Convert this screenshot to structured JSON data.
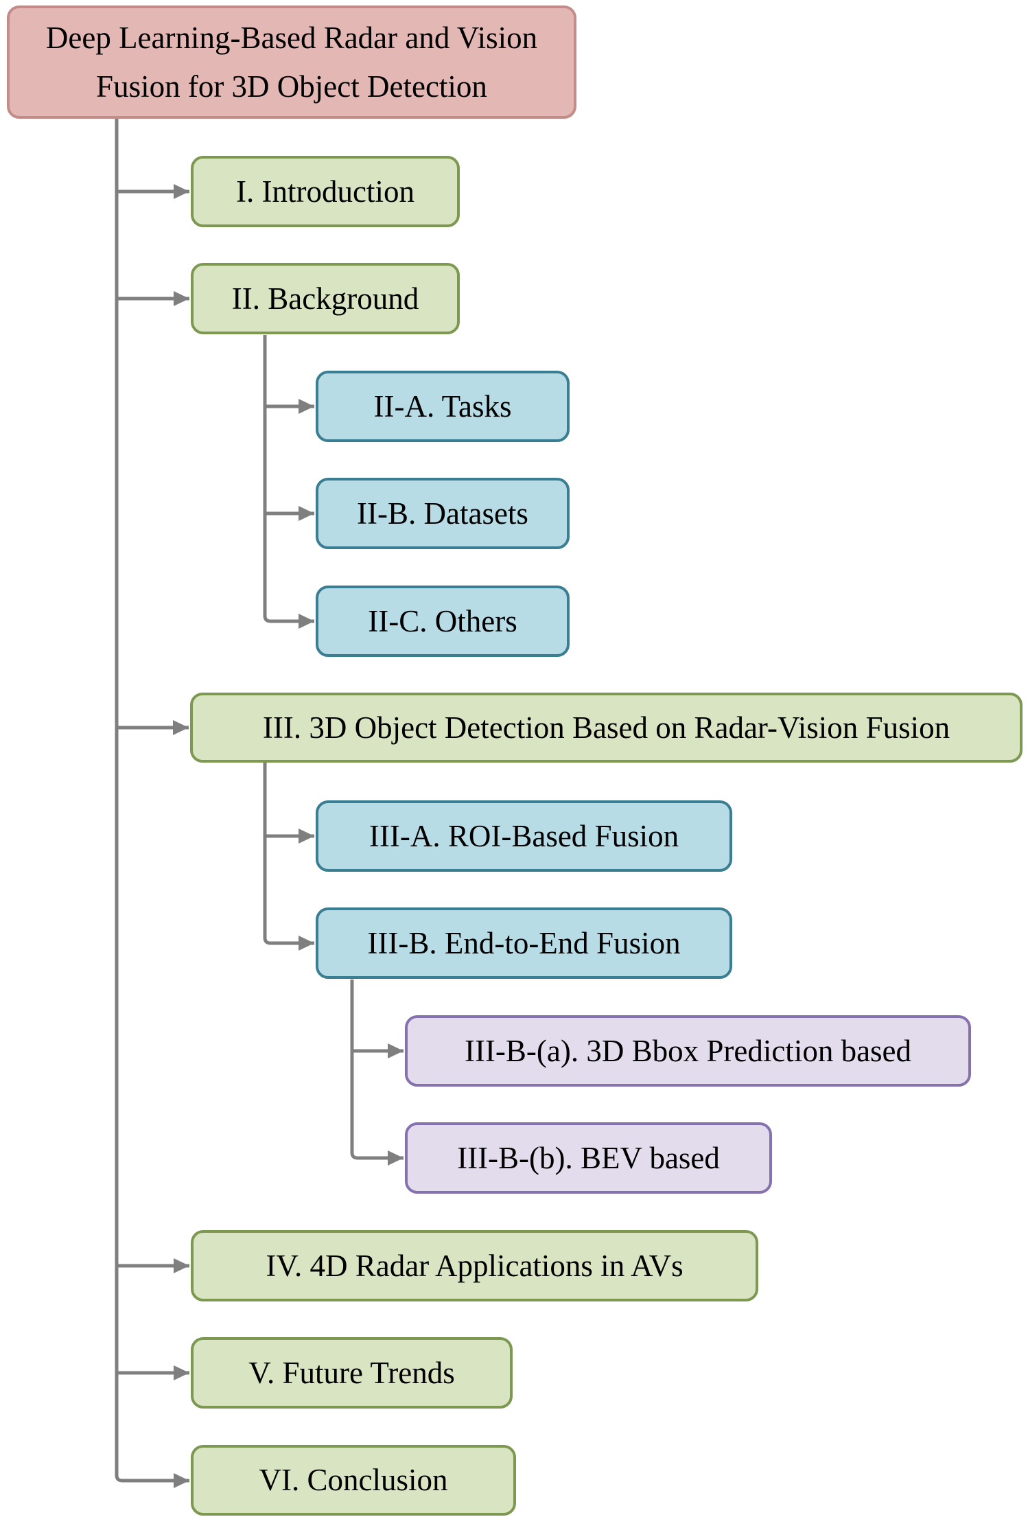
{
  "diagram": {
    "root": {
      "line1": "Deep Learning-Based Radar and Vision",
      "line2": "Fusion for 3D Object Detection"
    },
    "sections": {
      "s1": "I. Introduction",
      "s2": "II. Background",
      "s2a": "II-A. Tasks",
      "s2b": "II-B. Datasets",
      "s2c": "II-C. Others",
      "s3": "III. 3D Object Detection Based on Radar-Vision Fusion",
      "s3a": "III-A. ROI-Based Fusion",
      "s3b": "III-B. End-to-End Fusion",
      "s3ba": "III-B-(a). 3D Bbox Prediction based",
      "s3bb": "III-B-(b). BEV based",
      "s4": "IV. 4D Radar Applications in AVs",
      "s5": "V. Future Trends",
      "s6": "VI. Conclusion"
    },
    "colors": {
      "root_fill": "#e3b7b4",
      "root_border": "#c48c89",
      "level1_fill": "#d9e4c2",
      "level1_border": "#7d9850",
      "level2_fill": "#b8dce6",
      "level2_border": "#3a7e94",
      "level3_fill": "#e2dcec",
      "level3_border": "#8571ad",
      "connector": "#7f7f7f",
      "text": "#000000"
    }
  }
}
